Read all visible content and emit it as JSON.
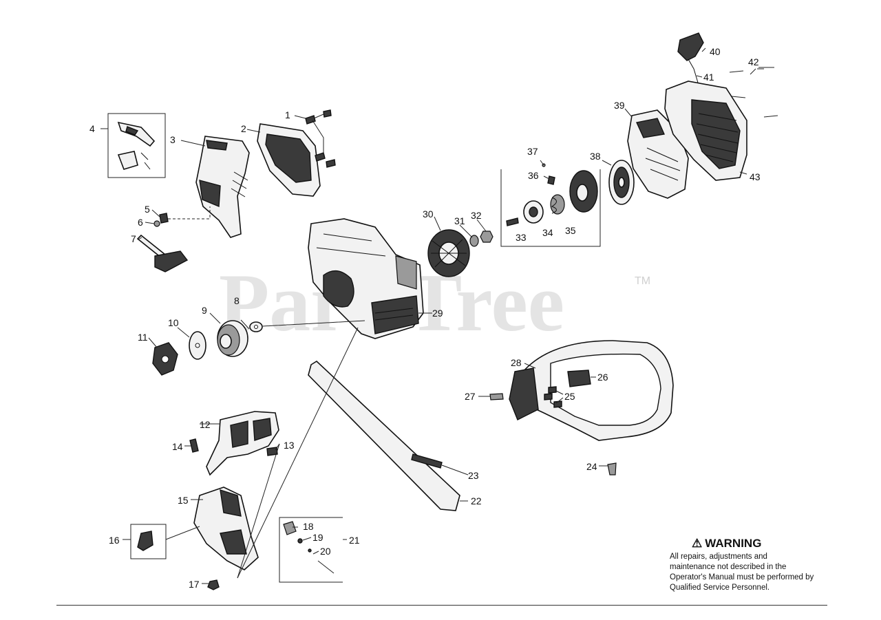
{
  "watermark": {
    "brand": "PartsTree",
    "trademark": "TM"
  },
  "warning": {
    "title": "WARNING",
    "icon": "warning-triangle-icon",
    "text": "All repairs, adjustments and maintenance not described in the Operator's Manual must be performed by Qualified Service Personnel."
  },
  "callouts": {
    "c1": "1",
    "c2": "2",
    "c3": "3",
    "c4": "4",
    "c5": "5",
    "c6": "6",
    "c7": "7",
    "c8": "8",
    "c9": "9",
    "c10": "10",
    "c11": "11",
    "c12": "12",
    "c13": "13",
    "c14": "14",
    "c15": "15",
    "c16": "16",
    "c17": "17",
    "c18": "18",
    "c19": "19",
    "c20": "20",
    "c21": "21",
    "c22": "22",
    "c23": "23",
    "c24": "24",
    "c25": "25",
    "c26": "26",
    "c27": "27",
    "c28": "28",
    "c29": "29",
    "c30": "30",
    "c31": "31",
    "c32": "32",
    "c33": "33",
    "c34": "34",
    "c35": "35",
    "c36": "36",
    "c37": "37",
    "c38": "38",
    "c39": "39",
    "c40": "40",
    "c41": "41",
    "c42": "42",
    "c43": "43"
  }
}
